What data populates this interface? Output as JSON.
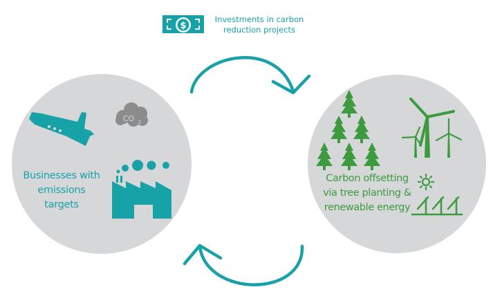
{
  "colors": {
    "teal": "#17a2a8",
    "green": "#3d9a3f",
    "circle_gray": "#d6d7d9",
    "co2_gray": "#8c8c8c",
    "background": "#ffffff"
  },
  "top_flow": {
    "icon": "money-bill-icon",
    "lines": [
      "Investments in carbon",
      "reduction projects"
    ]
  },
  "left_node": {
    "icons": [
      "airplane-icon",
      "co2-cloud-icon",
      "factory-icon"
    ],
    "co2_label": "CO",
    "co2_subscript": "2",
    "lines": [
      "Businesses with",
      "emissions",
      "targets"
    ]
  },
  "right_node": {
    "icons": [
      "tree-icon",
      "wind-turbine-icon",
      "sun-icon",
      "solar-panel-icon"
    ],
    "lines": [
      "Carbon offsetting",
      "via tree planting &",
      "renewable energy"
    ]
  },
  "arrows": [
    {
      "name": "arrow-to-offsetting",
      "direction": "clockwise-top"
    },
    {
      "name": "arrow-to-businesses",
      "direction": "clockwise-bottom"
    }
  ]
}
